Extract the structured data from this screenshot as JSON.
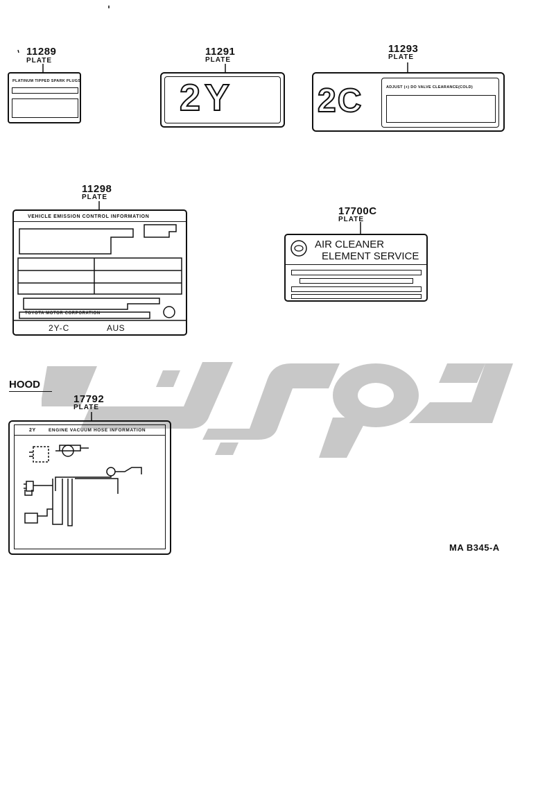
{
  "parts": {
    "p11289": {
      "number": "11289",
      "label": "PLATE",
      "plate_text": "PLATINUM TIPPED SPARK PLUGS"
    },
    "p11291": {
      "number": "11291",
      "label": "PLATE",
      "plate_text": "2Y"
    },
    "p11293": {
      "number": "11293",
      "label": "PLATE",
      "plate_big": "2C",
      "plate_text": "ADJUST (+) DO VALVE CLEARANCE(COLD)"
    },
    "p11298": {
      "number": "11298",
      "label": "PLATE",
      "header": "VEHICLE EMISSION CONTROL INFORMATION",
      "maker": "TOYOTA MOTOR CORPORATION",
      "engine": "2Y-C",
      "market": "AUS"
    },
    "p17700C": {
      "number": "17700C",
      "label": "PLATE",
      "line1": "AIR CLEANER",
      "line2": "ELEMENT SERVICE"
    },
    "p17792": {
      "number": "17792",
      "label": "PLATE",
      "header_engine": "2Y",
      "header": "ENGINE VACUUM HOSE INFORMATION"
    }
  },
  "section": {
    "hood": "HOOD"
  },
  "reference": "MA B345-A",
  "colors": {
    "line": "#111111",
    "watermark": "#c8c8c8",
    "background": "#ffffff"
  }
}
